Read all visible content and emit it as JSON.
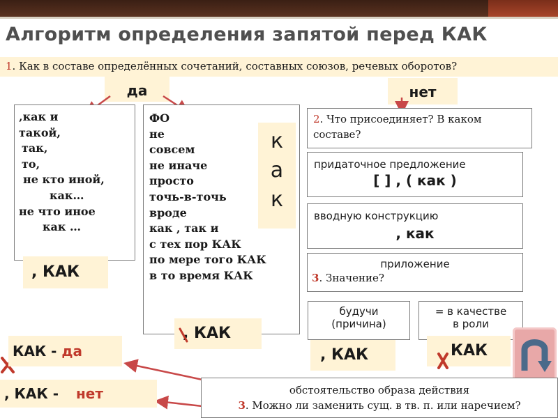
{
  "title": "Алгоритм определения запятой перед КАК",
  "question1": {
    "number": "1",
    "text": ". Как в составе определённых сочетаний, составных союзов, речевых оборотов?"
  },
  "yes_label": "да",
  "no_label": "нет",
  "left_list": [
    "‚как и",
    "такой,",
    "так,",
    "то,",
    "не кто иной,",
    "как…",
    "не что иное",
    "как …"
  ],
  "left_answer": ", КАК",
  "mid_list": [
    "ФО",
    "не",
    "совсем",
    "не иначе",
    "просто",
    "точь-в-точь",
    "вроде",
    "как       , так и",
    "с тех пор КАК",
    "по мере того КАК",
    "в то время КАК"
  ],
  "mid_answer": ", КАК",
  "kak_vertical": [
    "к",
    "а",
    "к"
  ],
  "question2": {
    "number": "2",
    "text": ". Что присоединяет? В каком составе?"
  },
  "option_clause": {
    "label": "придаточное предложение",
    "pattern": "[   ] , ( как )"
  },
  "option_intro": {
    "label": "вводную конструкцию",
    "pattern": ", как"
  },
  "option_appos": {
    "label": "приложение",
    "q3_number": "3",
    "q3_text": ". Значение?"
  },
  "option_budu": {
    "label": "будучи",
    "sub": "(причина)"
  },
  "option_role": {
    "label": "= в качестве",
    "sub": "в роли"
  },
  "answer_budu": ", КАК",
  "answer_role": "КАК",
  "bottom_left_yes": {
    "label": "КАК  -",
    "value": "да"
  },
  "bottom_left_no": {
    "label": ", КАК  -",
    "value": "нет"
  },
  "bottom_box": {
    "line1": "обстоятельство образа действия",
    "q_number": "3",
    "q_text": ". Можно ли заменить сущ. в тв. п. или наречием?"
  },
  "colors": {
    "accent_red": "#c0392b",
    "band": "#fff3d6",
    "arrow": "#c84848"
  }
}
